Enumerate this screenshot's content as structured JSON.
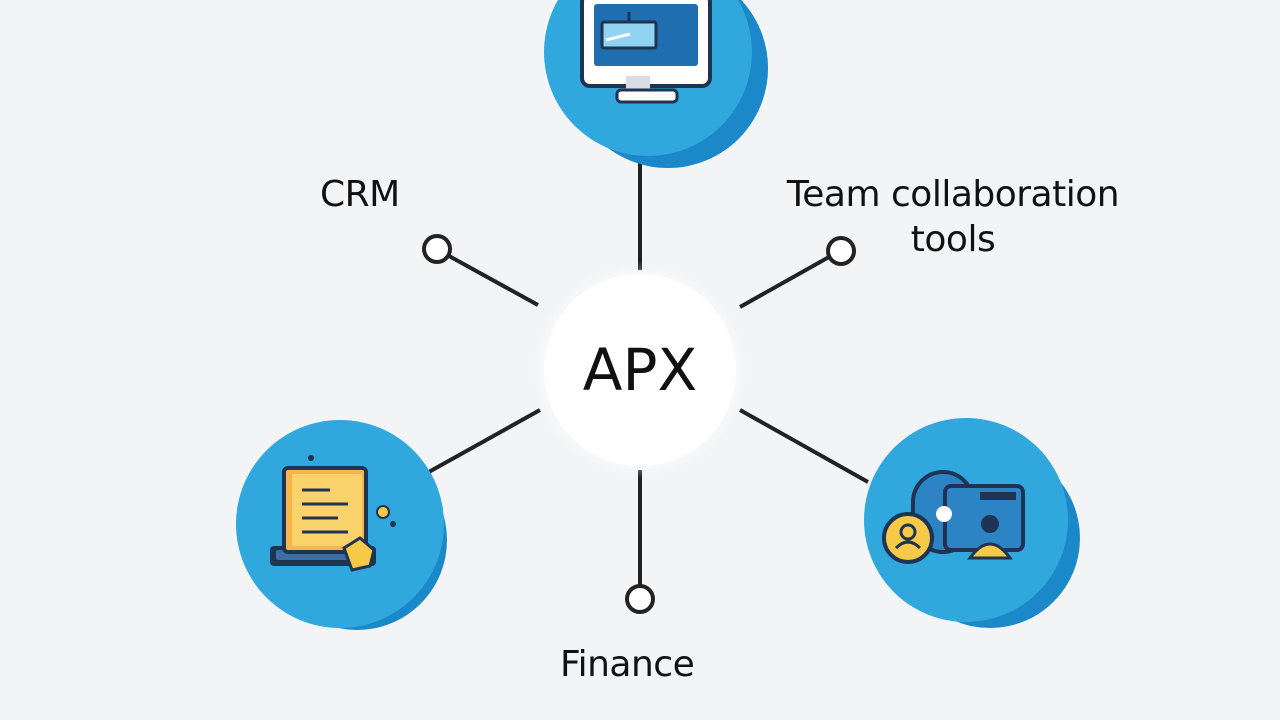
{
  "diagram": {
    "center": {
      "label": "APX"
    },
    "nodes": [
      {
        "id": "top",
        "label": "",
        "icon": "monitor-icon"
      },
      {
        "id": "crm",
        "label": "CRM",
        "icon": ""
      },
      {
        "id": "team",
        "label": "Team collaboration\ntools",
        "icon": ""
      },
      {
        "id": "left-bottom",
        "label": "",
        "icon": "document-laptop-icon"
      },
      {
        "id": "right-bottom",
        "label": "",
        "icon": "video-call-team-icon"
      },
      {
        "id": "finance",
        "label": "Finance",
        "icon": ""
      }
    ]
  },
  "colors": {
    "background": "#f3f4f6",
    "accent_blue": "#2b9fd9",
    "accent_blue_dark": "#1a7fbd",
    "line": "#222222",
    "hub": "#ffffff",
    "yellow": "#f7c948",
    "navy": "#1f3352"
  }
}
